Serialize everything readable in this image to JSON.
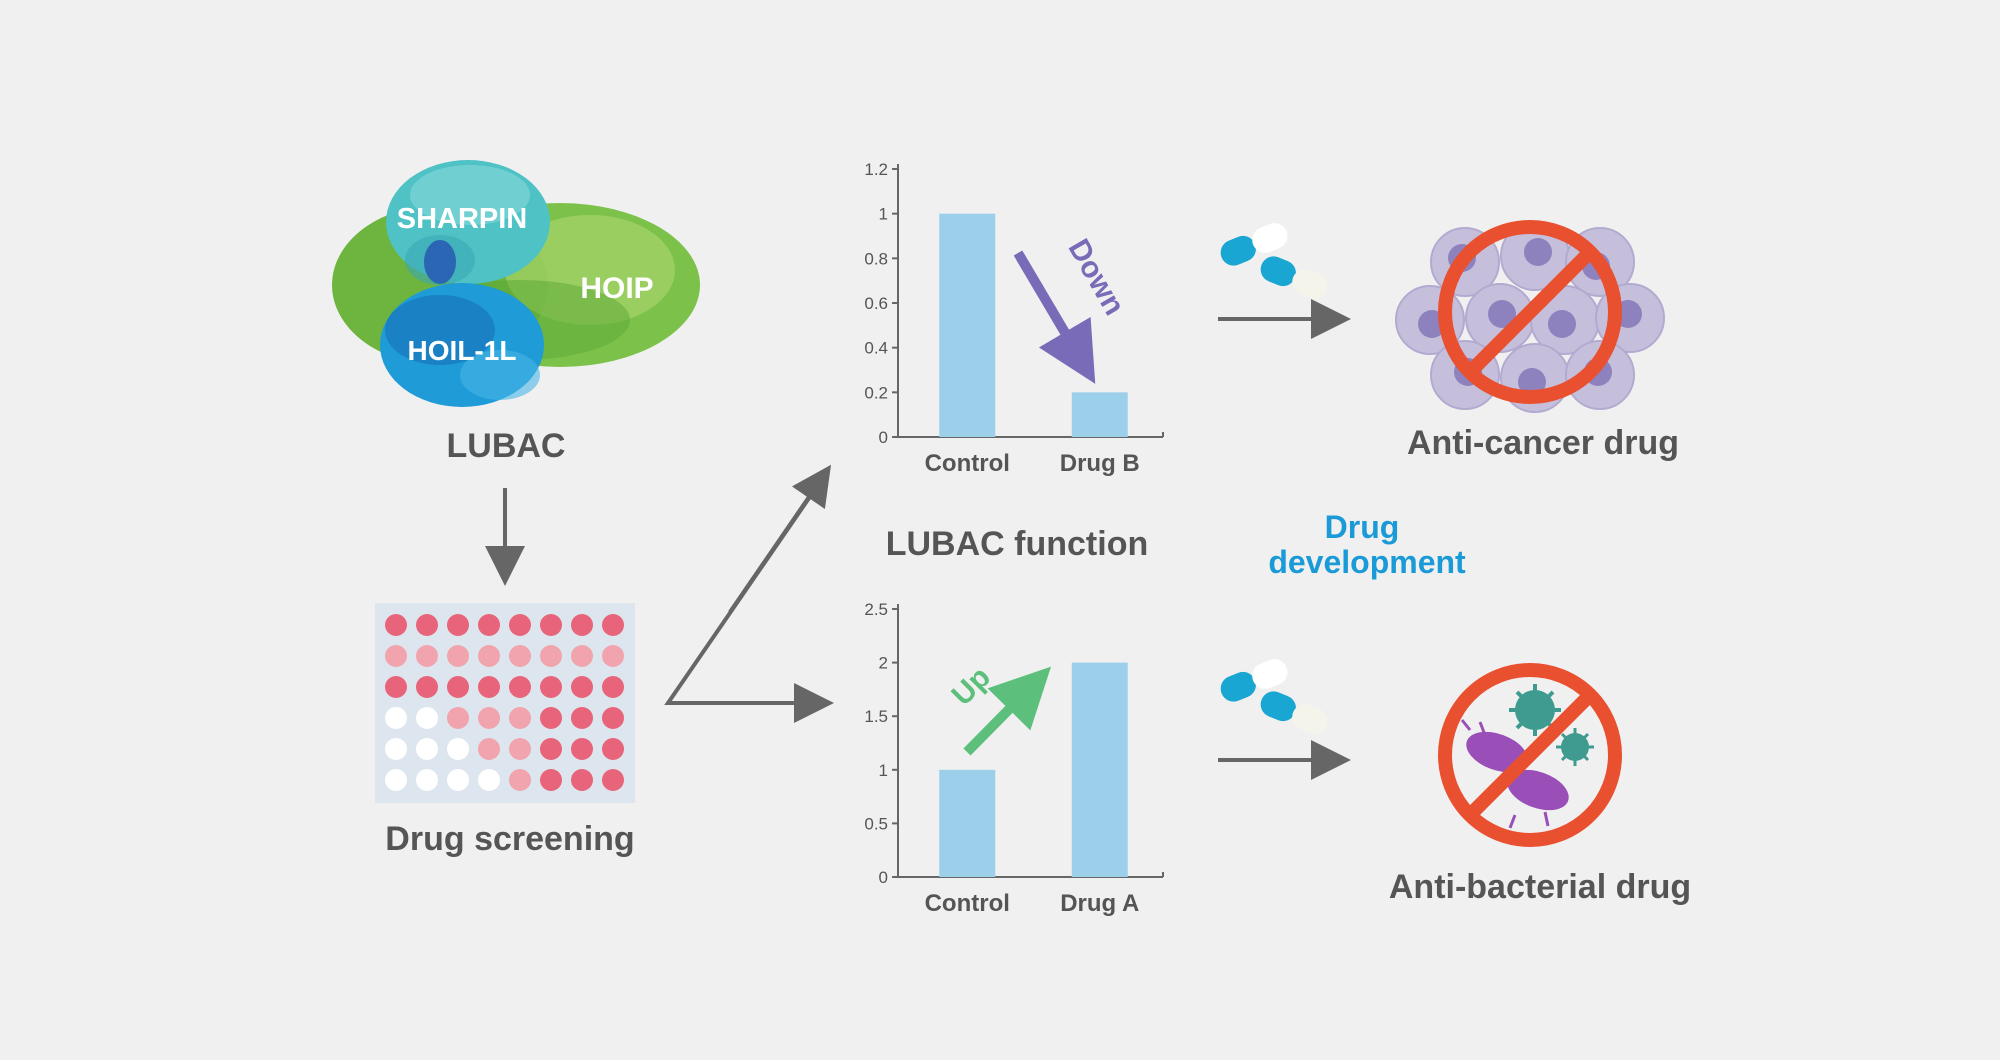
{
  "complex": {
    "title": "LUBAC",
    "subunits": {
      "sharpin": "SHARPIN",
      "hoip": "HOIP",
      "hoil": "HOIL-1L"
    }
  },
  "screening": {
    "label": "Drug screening",
    "plate_rows": [
      [
        "strong",
        "strong",
        "strong",
        "strong",
        "strong",
        "strong",
        "strong",
        "strong"
      ],
      [
        "light",
        "light",
        "light",
        "light",
        "light",
        "light",
        "light",
        "light"
      ],
      [
        "strong",
        "strong",
        "strong",
        "strong",
        "strong",
        "strong",
        "strong",
        "strong"
      ],
      [
        "white",
        "white",
        "light",
        "light",
        "light",
        "strong",
        "strong",
        "strong"
      ],
      [
        "white",
        "white",
        "white",
        "light",
        "light",
        "strong",
        "strong",
        "strong"
      ],
      [
        "white",
        "white",
        "white",
        "white",
        "light",
        "strong",
        "strong",
        "strong"
      ]
    ],
    "colors": {
      "strong": "#e8647a",
      "light": "#f1a4ad",
      "white": "#ffffff",
      "plate": "#dde6ee"
    }
  },
  "center_label": "LUBAC function",
  "drug_dev_label": [
    "Drug",
    "development"
  ],
  "outcomes": {
    "top": "Anti-cancer drug",
    "bottom": "Anti-bacterial drug"
  },
  "chart_data": [
    {
      "type": "bar",
      "categories": [
        "Control",
        "Drug B"
      ],
      "values": [
        1,
        0.2
      ],
      "ylim": [
        0,
        1.2
      ],
      "yticks": [
        "0",
        "0.2",
        "0.4",
        "0.6",
        "0.8",
        "1",
        "1.2"
      ],
      "annotation": "Down",
      "bar_color": "#9ccfea",
      "annotation_color": "#7a6bb8"
    },
    {
      "type": "bar",
      "categories": [
        "Control",
        "Drug A"
      ],
      "values": [
        1,
        2
      ],
      "ylim": [
        0,
        2.5
      ],
      "yticks": [
        "0",
        "0.5",
        "1",
        "1.5",
        "2",
        "2.5"
      ],
      "annotation": "Up",
      "bar_color": "#9ccfea",
      "annotation_color": "#5cbf7c"
    }
  ],
  "colors": {
    "text": "#555555",
    "accent_blue": "#1a9ad6",
    "arrow": "#666666",
    "prohibit": "#e8502f"
  }
}
